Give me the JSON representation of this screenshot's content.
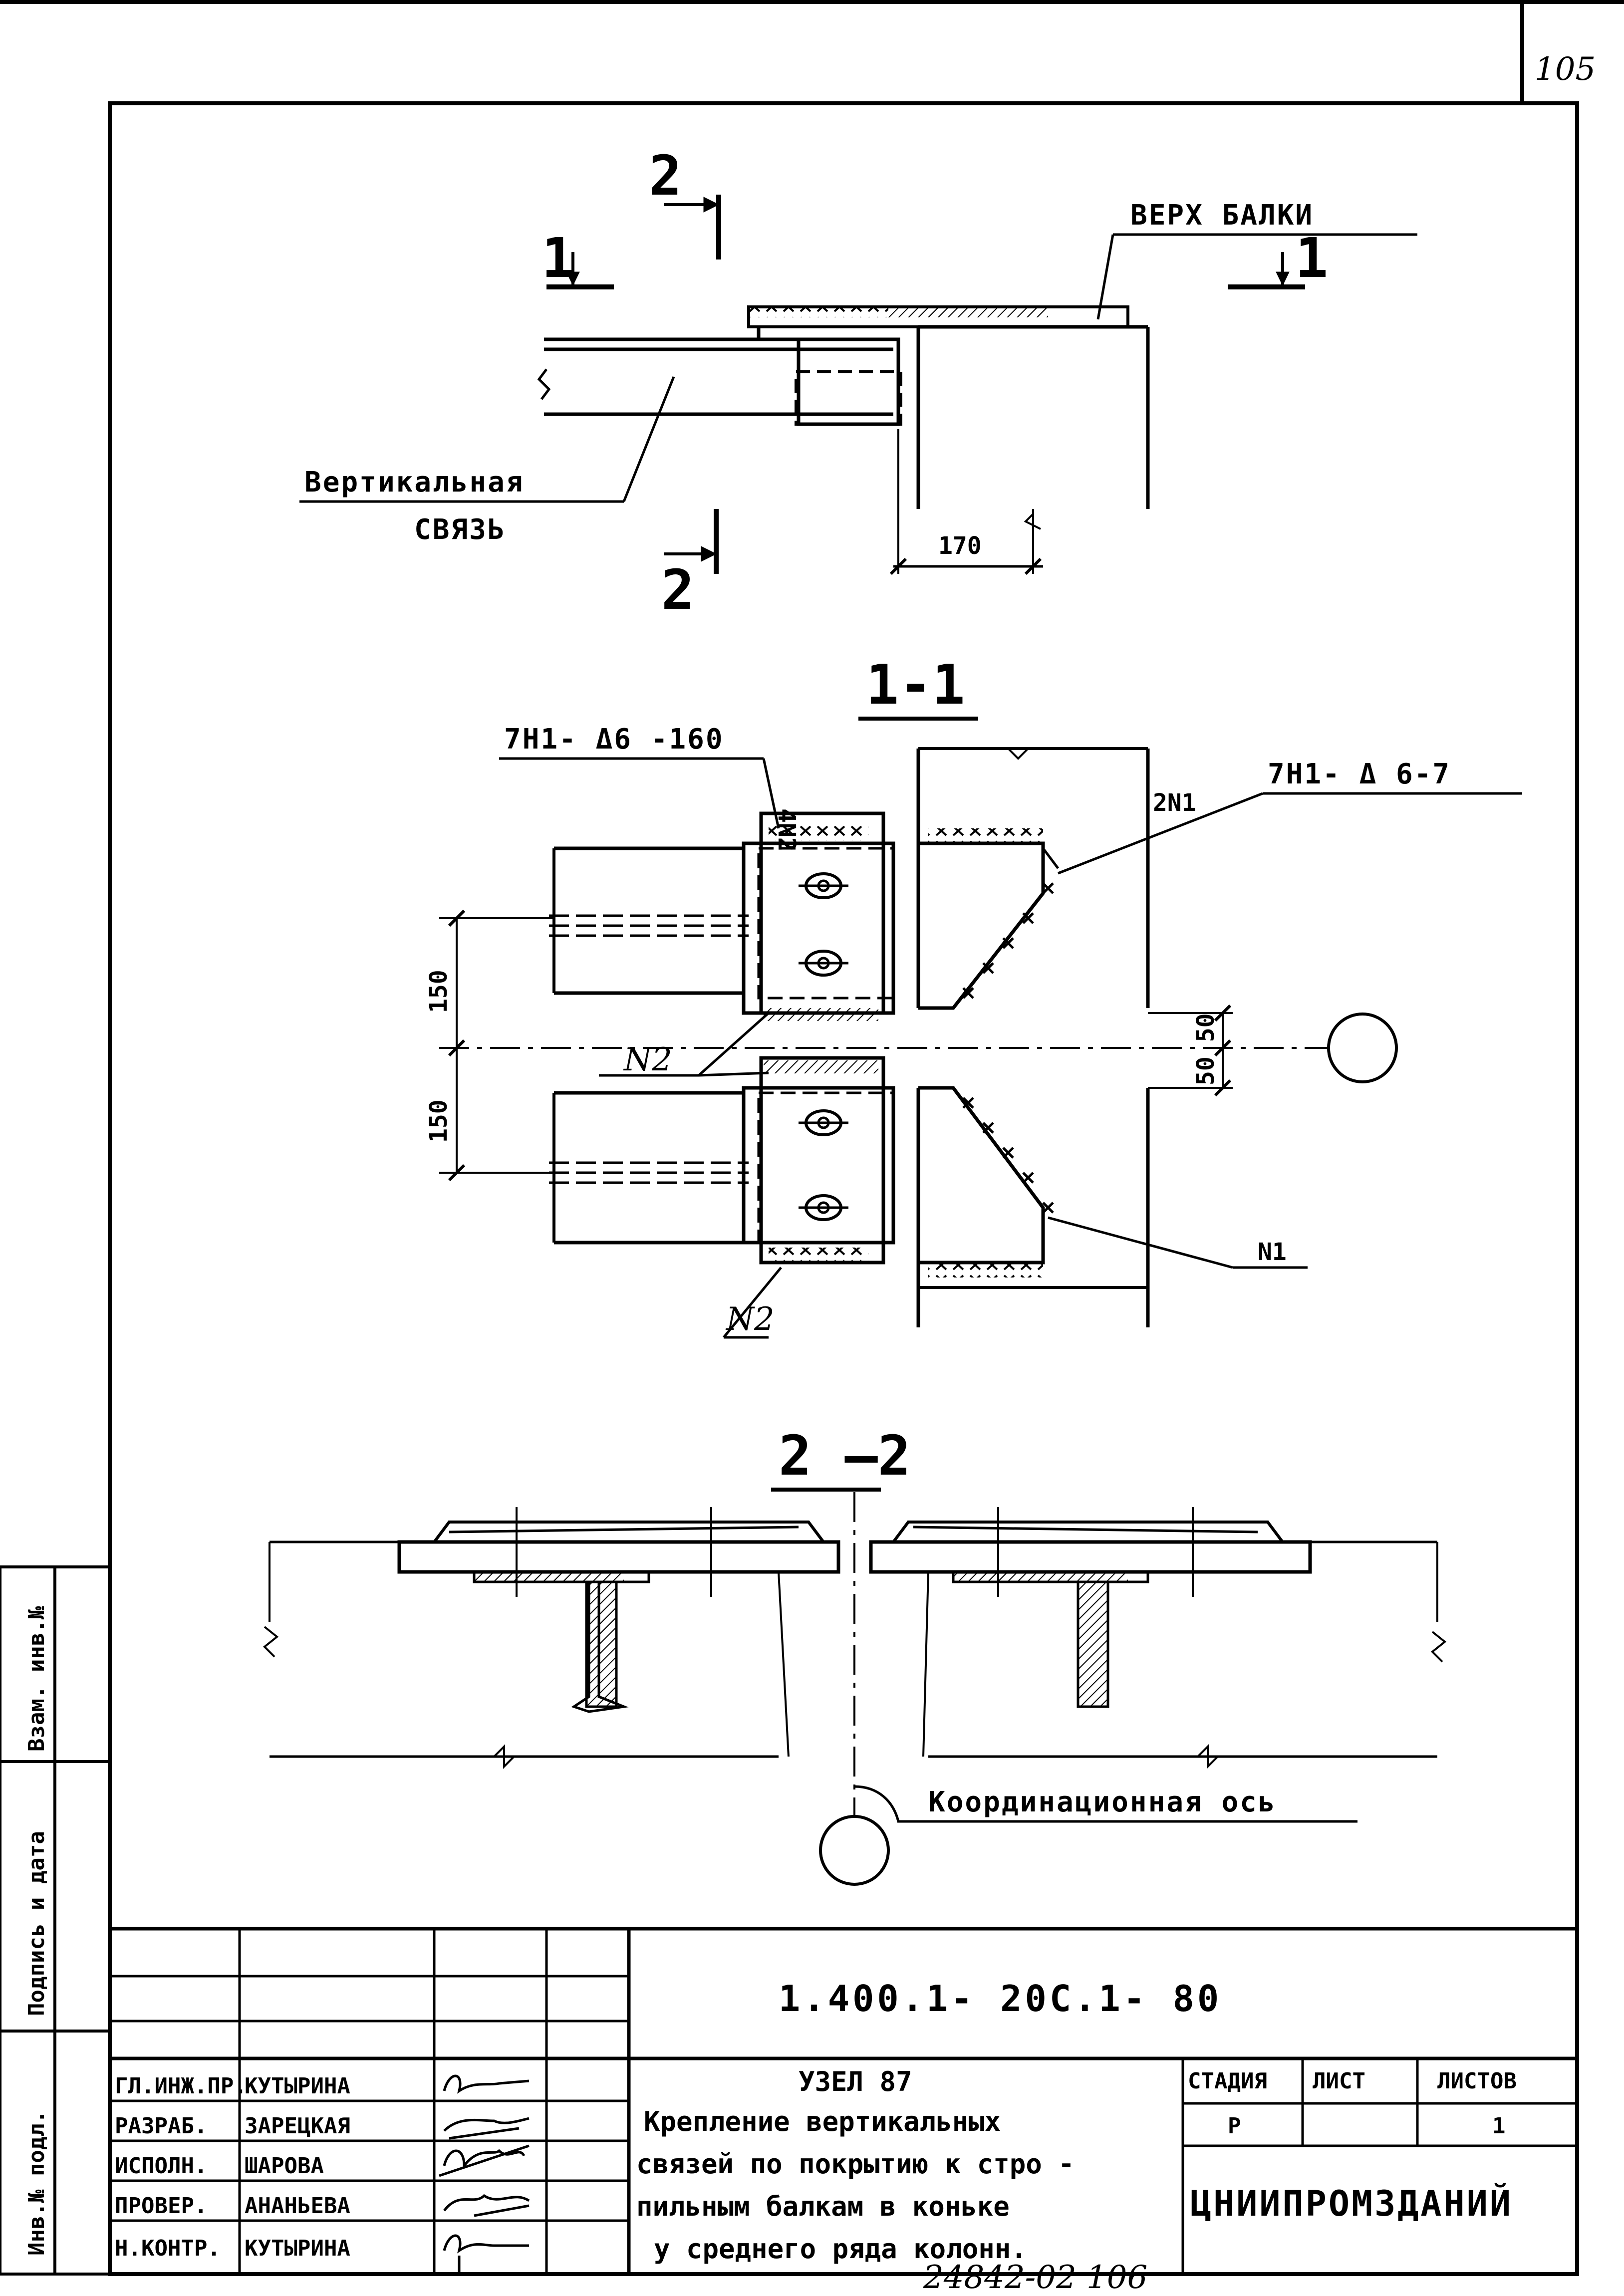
{
  "page_number": "105",
  "bottom_number": "24842-02  106",
  "drawing_code": "1.400.1- 20С.1- 80",
  "plan": {
    "section_2_label_top": "2",
    "section_2_label_bottom": "2",
    "section_1_label_left": "1",
    "section_1_label_right": "1",
    "beam_top_label": "ВЕРХ  БАЛКИ",
    "brace_label_line1": "Вертикальная",
    "brace_label_line2": "СВЯЗЬ",
    "dim_170": "170"
  },
  "section_1_1": {
    "title": "1-1",
    "weld_left": "7Н1- Δ6 -160",
    "weld_left_mark": "4N2",
    "weld_right": "7Н1- Δ 6-7",
    "weld_right_mark": "2N1",
    "dim_150_top": "150",
    "dim_150_bottom": "150",
    "dim_50_50": "50 50",
    "label_n2_mid": "N2",
    "label_n2_bottom": "N2",
    "label_n1": "N1"
  },
  "section_2_2": {
    "title": "2 —2",
    "axis_label": "Координационная  ось"
  },
  "left_margin": {
    "field_1": "Инв.№ подл.",
    "field_2": "Подпись и дата",
    "field_3": "Взам. инв.№"
  },
  "title_block": {
    "rows": [
      {
        "role": "ГЛ.ИНЖ.ПР.",
        "name": "КУТЫРИНА"
      },
      {
        "role": "РАЗРАБ.",
        "name": "ЗАРЕЦКАЯ"
      },
      {
        "role": "ИСПОЛН.",
        "name": "ШАРОВА"
      },
      {
        "role": "ПРОВЕР.",
        "name": "АНАНЬЕВА"
      },
      {
        "role": "Н.КОНТР.",
        "name": "КУТЫРИНА"
      }
    ],
    "title_lines": [
      "УЗЕЛ  87",
      "Крепление вертикальных",
      "связей по покрытию к стро -",
      "пильным балкам в коньке",
      "у среднего ряда колонн."
    ],
    "stage_header": "СТАДИЯ",
    "sheet_header": "ЛИСТ",
    "sheets_header": "ЛИСТОВ",
    "stage_value": "Р",
    "sheet_value": "",
    "sheets_value": "1",
    "organization": "ЦНИИПРОМЗДАНИЙ"
  },
  "colors": {
    "ink": "#000000",
    "paper": "#ffffff"
  }
}
